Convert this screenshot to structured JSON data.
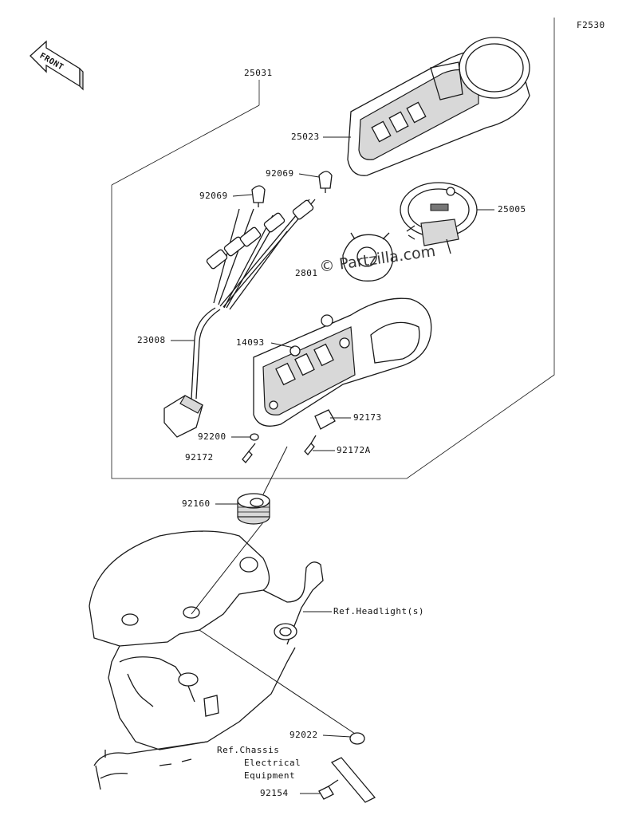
{
  "figure_code": "F2530",
  "front_label": "FRONT",
  "watermark": "© Partzilla.com",
  "parts": {
    "p25031": "25031",
    "p25023": "25023",
    "p92069a": "92069",
    "p92069b": "92069",
    "p25005": "25005",
    "p2801": "2801",
    "p23008": "23008",
    "p14093": "14093",
    "p92173": "92173",
    "p92200": "92200",
    "p92172": "92172",
    "p92172A": "92172A",
    "p92160": "92160",
    "p92022": "92022",
    "p92154": "92154"
  },
  "references": {
    "headlight": "Ref.Headlight(s)",
    "chassis_line1": "Ref.Chassis",
    "chassis_line2": "Electrical",
    "chassis_line3": "Equipment"
  }
}
